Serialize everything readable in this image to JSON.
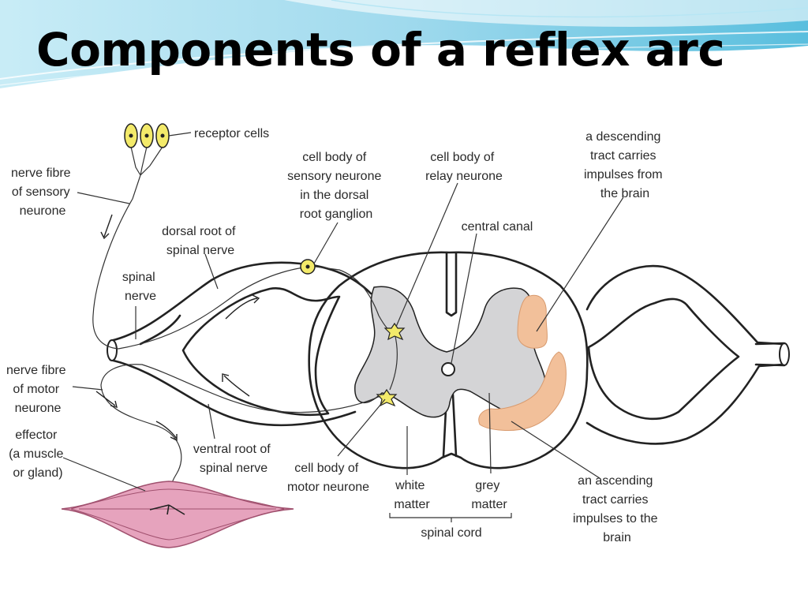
{
  "title": "Components of a reflex arc",
  "diagram": {
    "labels": {
      "receptor_cells": "receptor cells",
      "nerve_fibre_sensory": [
        "nerve fibre",
        "of sensory",
        "neurone"
      ],
      "cell_body_sensory": [
        "cell body of",
        "sensory neurone",
        "in the dorsal",
        "root ganglion"
      ],
      "cell_body_relay": [
        "cell body of",
        "relay neurone"
      ],
      "descending_tract": [
        "a descending",
        "tract carries",
        "impulses from",
        "the brain"
      ],
      "dorsal_root": [
        "dorsal root of",
        "spinal nerve"
      ],
      "central_canal": "central canal",
      "spinal_nerve": [
        "spinal",
        "nerve"
      ],
      "nerve_fibre_motor": [
        "nerve fibre",
        "of motor",
        "neurone"
      ],
      "effector": [
        "effector",
        "(a muscle",
        "or gland)"
      ],
      "ventral_root": [
        "ventral root of",
        "spinal nerve"
      ],
      "cell_body_motor": [
        "cell body of",
        "motor neurone"
      ],
      "white_matter": [
        "white",
        "matter"
      ],
      "grey_matter": [
        "grey",
        "matter"
      ],
      "spinal_cord": "spinal cord",
      "ascending_tract": [
        "an ascending",
        "tract carries",
        "impulses to the",
        "brain"
      ]
    },
    "colors": {
      "grey_matter": "#d4d4d6",
      "tract": "#f2c09a",
      "muscle": "#e6a3bd",
      "cell_body": "#f3ea6a",
      "slide_wave": "#8fd3ea"
    }
  }
}
